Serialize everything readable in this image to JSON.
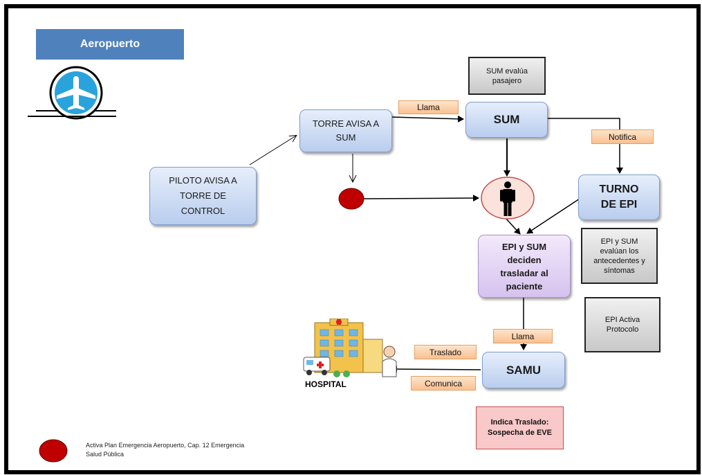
{
  "title": "Aeropuerto",
  "nodes": {
    "piloto": "PILOTO AVISA A TORRE DE CONTROL",
    "torre": "TORRE AVISA A SUM",
    "sum": "SUM",
    "turno": "TURNO DE EPI",
    "epi_sum": "EPI y SUM deciden trasladar al paciente",
    "samu": "SAMU"
  },
  "notes": {
    "sum_evalua": "SUM evalúa pasajero",
    "epi_sum_evaluan": "EPI y SUM evalúan los antecedentes y síntomas",
    "epi_activa": "EPI Activa Protocolo",
    "indica_traslado": "Indica Traslado: Sospecha de EVE"
  },
  "edge_labels": {
    "llama_sum": "Llama",
    "notifica": "Notifica",
    "llama_samu": "Llama",
    "traslado": "Traslado",
    "comunica": "Comunica"
  },
  "hospital_label": "HOSPITAL",
  "legend_text": "Activa Plan Emergencia Aeropuerto, Cap. 12 Emergencia Salud Pública",
  "icons": [
    "airplane-icon",
    "person-icon",
    "hospital-icon",
    "red-dot-icon"
  ],
  "colors": {
    "title_bg": "#4f81bd",
    "red_dot": "#c00000",
    "note_pink": "#f9c8c8",
    "label_orange": "#fac090"
  }
}
